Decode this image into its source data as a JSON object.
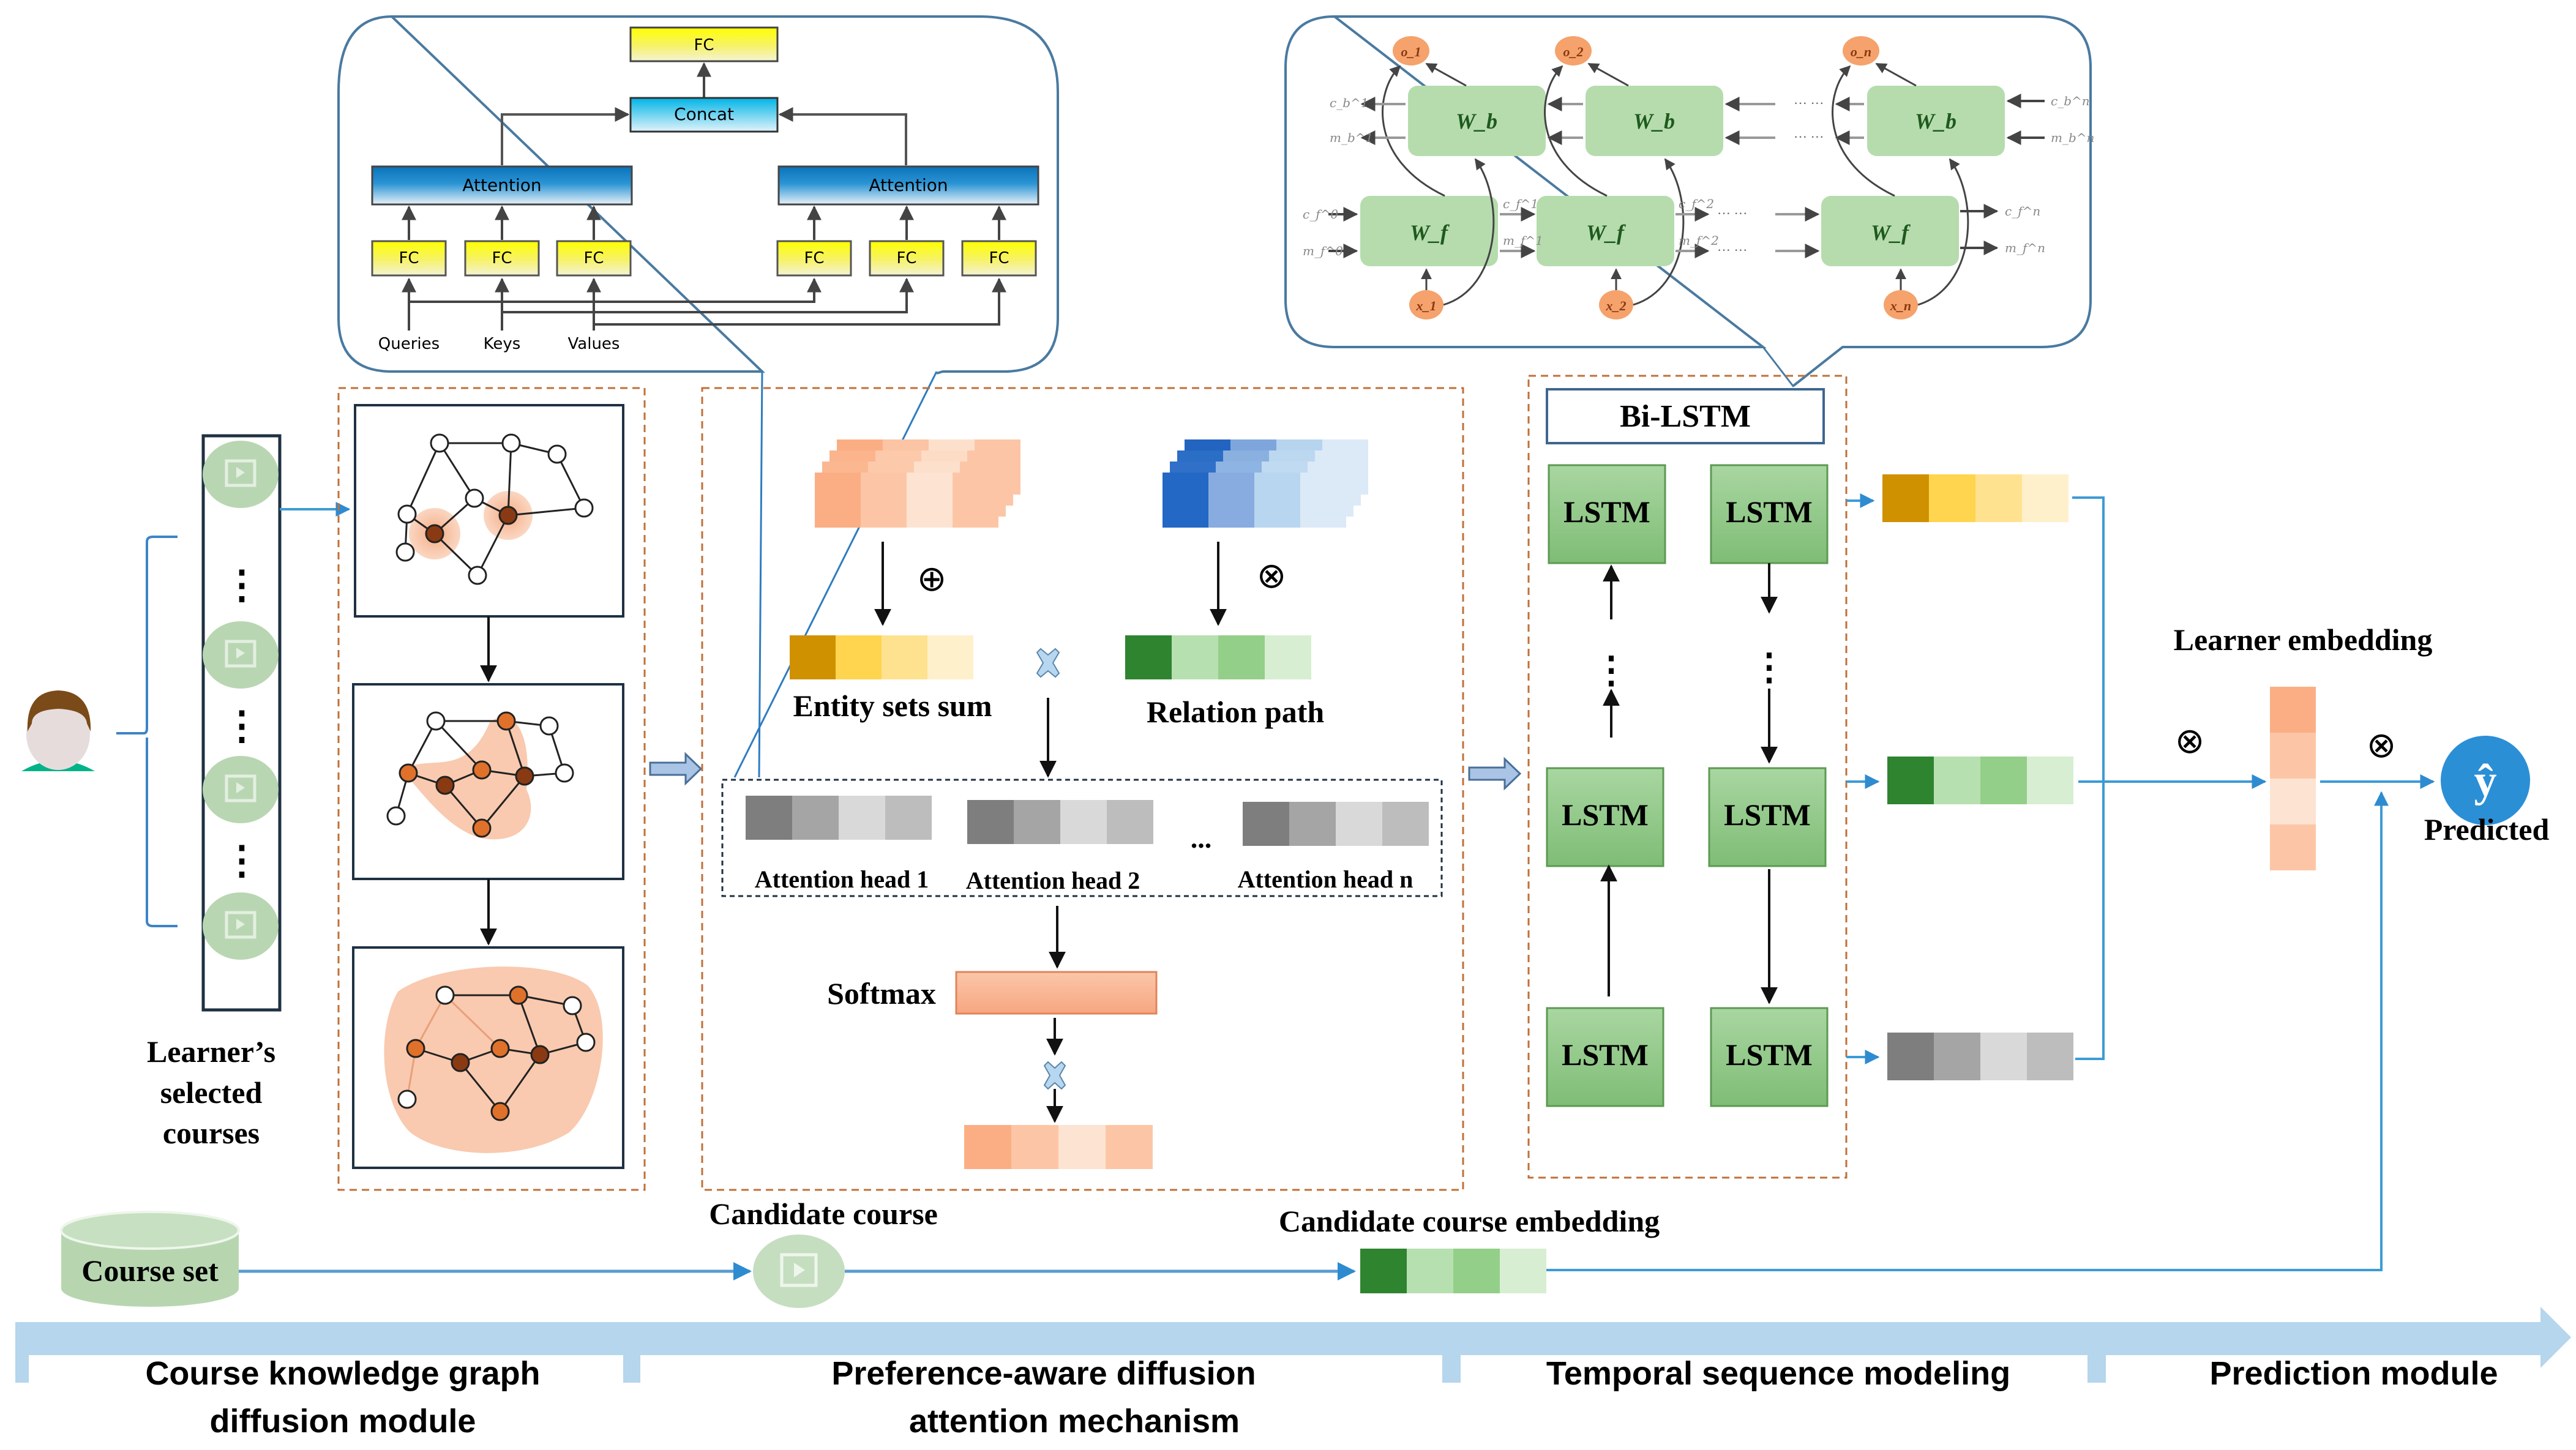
{
  "attention_detail": {
    "fc_top": "FC",
    "concat": "Concat",
    "attention_left": "Attention",
    "attention_right": "Attention",
    "fc_blocks": [
      "FC",
      "FC",
      "FC",
      "FC",
      "FC",
      "FC"
    ],
    "inputs": [
      "Queries",
      "Keys",
      "Values"
    ]
  },
  "bilstm_detail": {
    "backward_cells": [
      "W_b",
      "W_b",
      "W_b"
    ],
    "forward_cells": [
      "W_f",
      "W_f",
      "W_f"
    ],
    "outputs": [
      "o_1",
      "o_2",
      "o_n"
    ],
    "inputs": [
      "x_1",
      "x_2",
      "x_n"
    ],
    "state_labels": {
      "backward_left_c": "c_b^1",
      "backward_left_m": "m_b^1",
      "backward_right_c": "c_b^n",
      "backward_right_m": "m_b^n",
      "forward_left_c": "c_f^0",
      "forward_left_m": "m_f^0",
      "forward_mid1_c": "c_f^1",
      "forward_mid1_m": "m_f^1",
      "forward_mid2_c": "c_f^2",
      "forward_mid2_m": "m_f^2",
      "forward_right_c": "c_f^n",
      "forward_right_m": "m_f^n"
    },
    "ellipsis": "··· ···"
  },
  "learner": {
    "selected_courses_label": [
      "Learner’s",
      "selected",
      "courses"
    ],
    "dots": "⋮"
  },
  "preference_module": {
    "entity_label": "Entity  sets sum",
    "relation_label": "Relation path",
    "plus_op": "⊕",
    "times_op": "⊗",
    "heads": [
      "Attention  head  1",
      "Attention  head  2",
      "Attention  head  n"
    ],
    "heads_ellipsis": "...",
    "softmax_label": "Softmax"
  },
  "temporal_module": {
    "title": "Bi-LSTM",
    "cells": [
      "LSTM",
      "LSTM",
      "LSTM",
      "LSTM",
      "LSTM",
      "LSTM"
    ],
    "vdots": "⋮"
  },
  "prediction": {
    "learner_embedding_label": "Learner  embedding",
    "op_left": "⊗",
    "op_right": "⊗",
    "predicted_symbol": "ŷ",
    "predicted_label": "Predicted"
  },
  "candidate": {
    "course_set_label": "Course   set",
    "candidate_course_label": "Candidate    course",
    "candidate_embedding_label": "Candidate  course embedding"
  },
  "timeline": {
    "stages": [
      [
        "Course knowledge graph",
        "diffusion module"
      ],
      [
        "Preference-aware diffusion",
        "attention mechanism"
      ],
      [
        "Temporal sequence modeling"
      ],
      [
        "Prediction module"
      ]
    ]
  },
  "colors": {
    "accent_blue": "#2e8bd0",
    "orange_dashed": "#c0703a",
    "lstm_green": "#93c98a",
    "course_icon_green": "#b7d6b0",
    "timeline_blue": "#b5d6ec"
  }
}
